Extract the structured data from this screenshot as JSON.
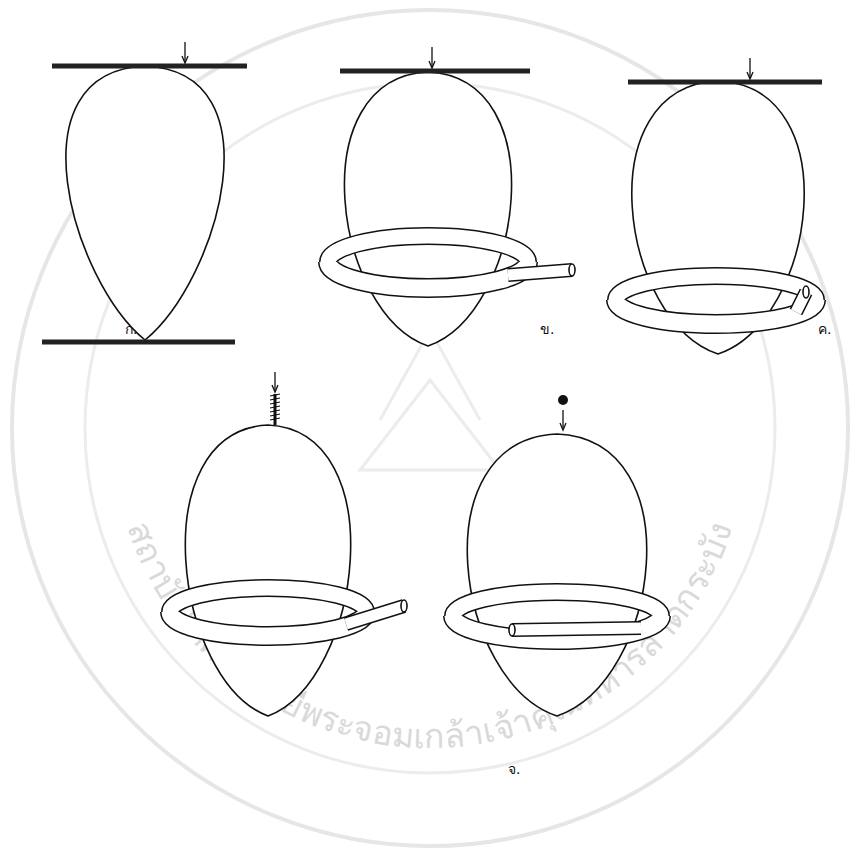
{
  "diagram": {
    "labels": [
      "ก.",
      "ข.",
      "ค.",
      "จ.",
      "สถาบันเทคโนโลยีพระจอมเกล้าเจ้าคุณทหารลาดกระบัง"
    ]
  }
}
